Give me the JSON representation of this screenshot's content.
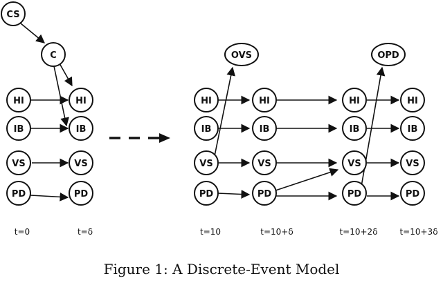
{
  "nodes": {
    "cs": "CS",
    "c": "C",
    "ovs": "OVS",
    "opd": "OPD",
    "hi": "HI",
    "ib": "IB",
    "vs": "VS",
    "pd": "PD"
  },
  "time_labels": {
    "t0": "t=0",
    "t1": "t=δ",
    "t2": "t=10",
    "t3": "t=10+δ",
    "t4": "t=10+2δ",
    "t5": "t=10+3δ"
  },
  "caption": "Figure 1: A Discrete-Event Model"
}
